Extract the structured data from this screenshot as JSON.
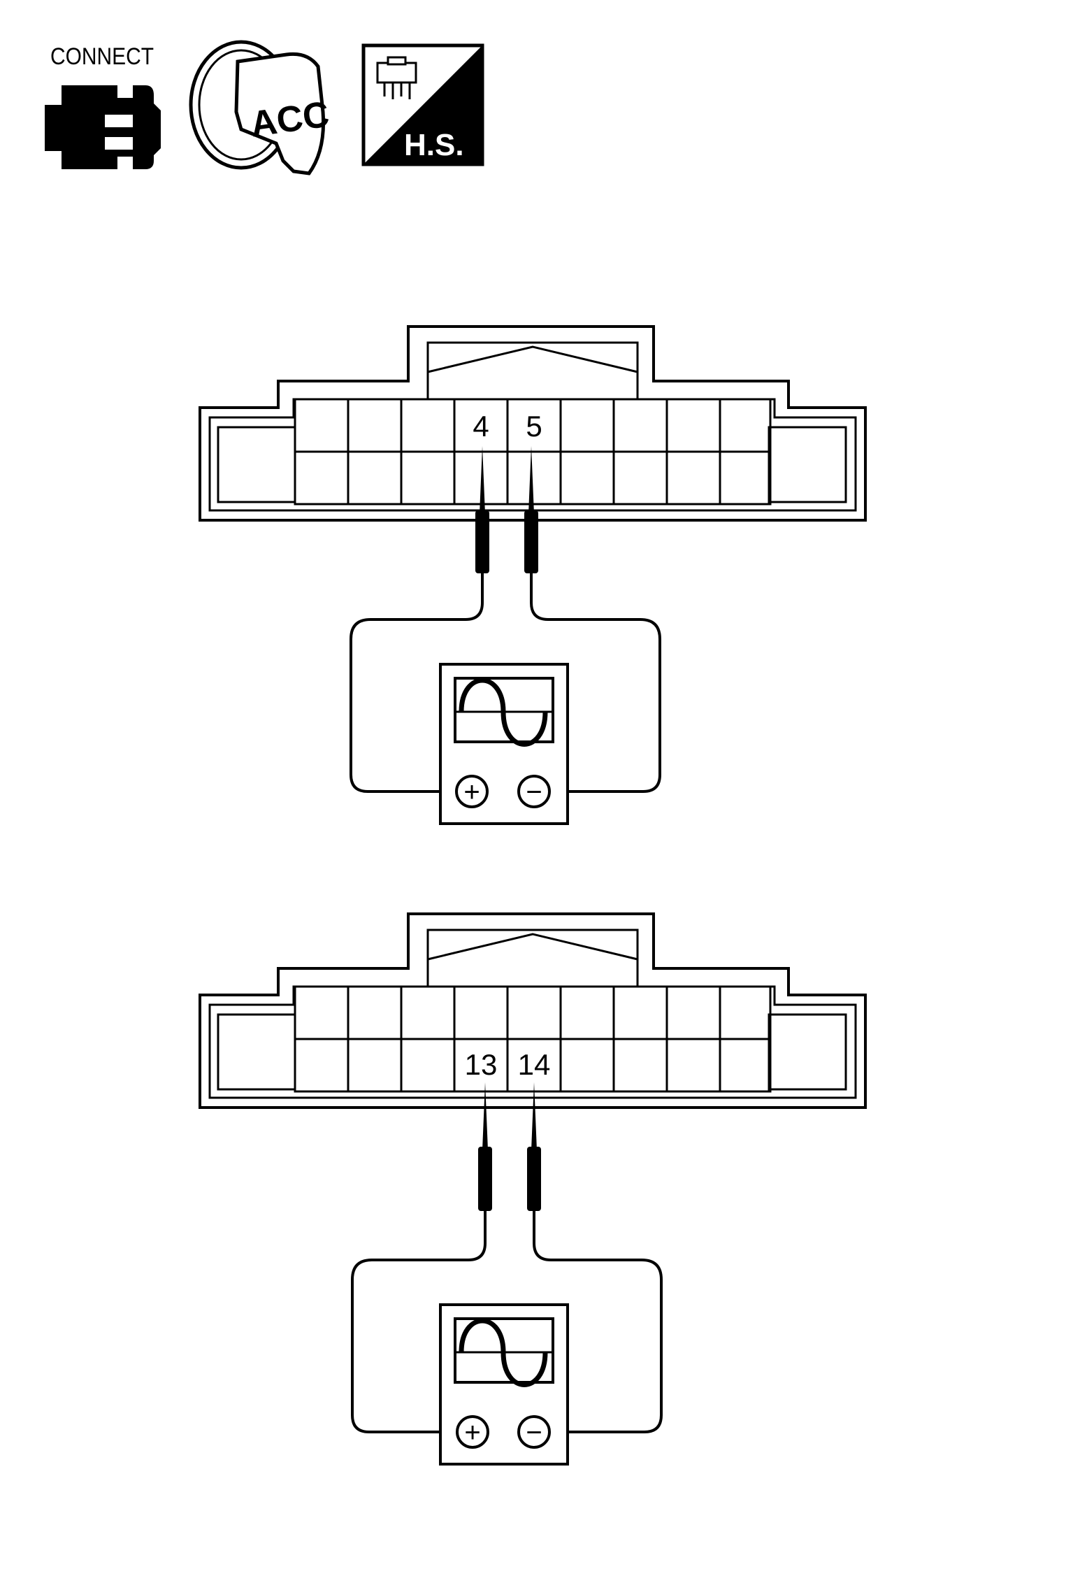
{
  "icons": {
    "connect_label": "CONNECT",
    "ignition_label": "ACC",
    "harness_side_label": "H.S."
  },
  "connector_top": {
    "pin_positive": "4",
    "pin_negative": "5"
  },
  "connector_bottom": {
    "pin_positive": "13",
    "pin_negative": "14"
  },
  "meter": {
    "positive_symbol": "+",
    "negative_symbol": "−"
  },
  "colors": {
    "line": "#000000",
    "background": "#ffffff"
  }
}
